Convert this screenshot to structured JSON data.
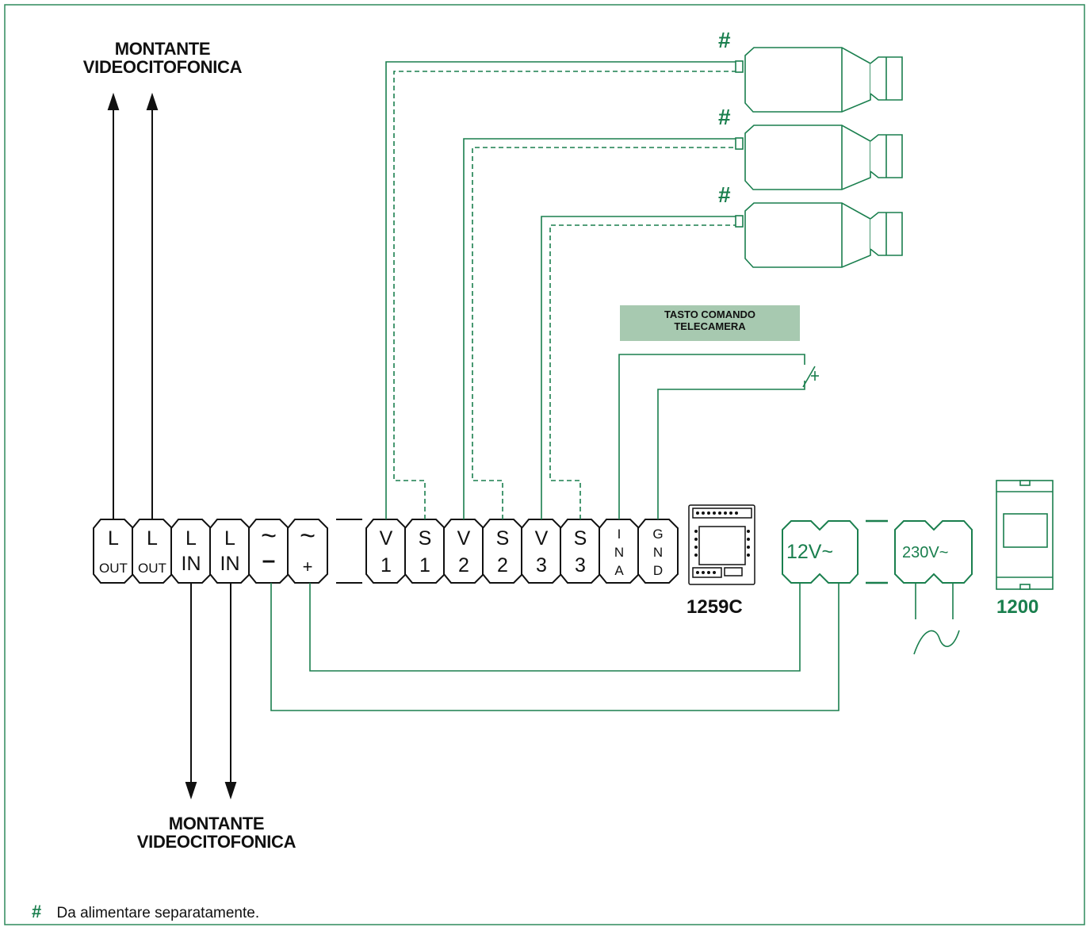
{
  "diagram": {
    "riser_top": [
      "MONTANTE",
      "VIDEOCITOFONICA"
    ],
    "riser_bottom": [
      "MONTANTE",
      "VIDEOCITOFONICA"
    ],
    "camera_button": [
      "TASTO COMANDO",
      "TELECAMERA"
    ],
    "camera_mark": "#",
    "left_terminals": [
      {
        "top": "L",
        "bottom": "OUT"
      },
      {
        "top": "L",
        "bottom": "OUT"
      },
      {
        "top": "L",
        "bottom": "IN"
      },
      {
        "top": "L",
        "bottom": "IN"
      },
      {
        "top": "~",
        "bottom": "–"
      },
      {
        "top": "~",
        "bottom": "+"
      }
    ],
    "right_terminals": [
      {
        "top": "V",
        "bottom": "1"
      },
      {
        "top": "S",
        "bottom": "1"
      },
      {
        "top": "V",
        "bottom": "2"
      },
      {
        "top": "S",
        "bottom": "2"
      },
      {
        "top": "V",
        "bottom": "3"
      },
      {
        "top": "S",
        "bottom": "3"
      }
    ],
    "ina_letters": [
      "I",
      "N",
      "A"
    ],
    "gnd_letters": [
      "G",
      "N",
      "D"
    ],
    "device_module": "1259C",
    "psu_low": "12V~",
    "psu_mains": "230V~",
    "psu_model": "1200",
    "ac_symbol": "∼",
    "footnote": {
      "mark": "#",
      "text": "Da alimentare separatamente."
    },
    "colors": {
      "wire": "#1a7f4e",
      "frame": "#2e8a5c",
      "label_box": "#a7c9b0",
      "text": "#111111"
    }
  }
}
